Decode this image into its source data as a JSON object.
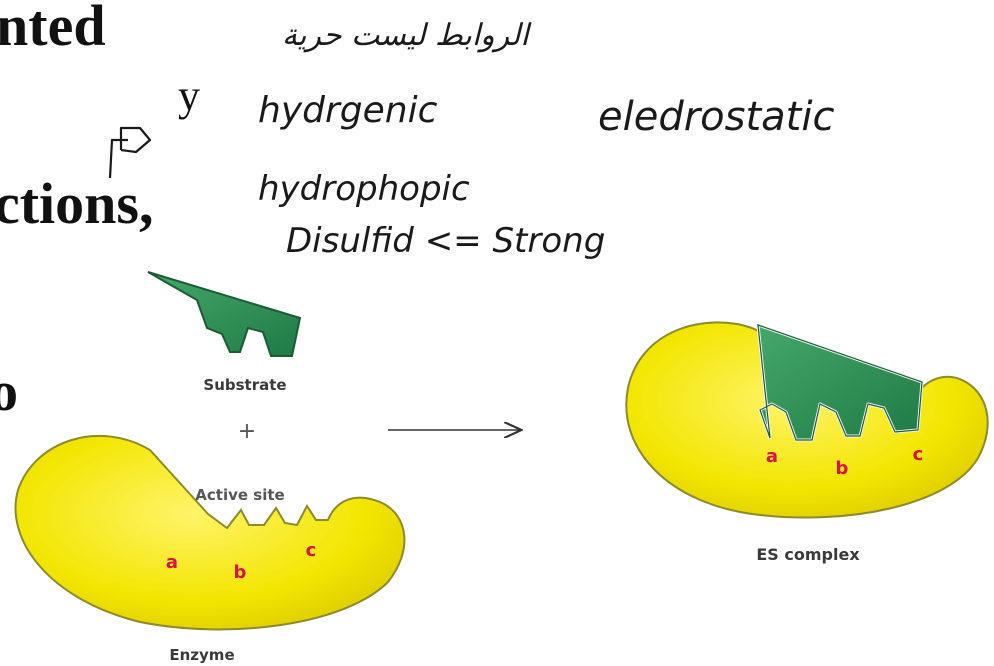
{
  "slide": {
    "fragment1": "nted",
    "fragment2": "y",
    "fragment3": "ctions,",
    "fragment4": "o"
  },
  "notes": {
    "arabic": "الروابط ليست حرية",
    "hydrogenic": "hydrgenic",
    "electrostatic": "eledrostatic",
    "hydrophobic": "hydrophopic",
    "disulfide": "Disulfid <= Strong"
  },
  "diagram": {
    "substrate_label": "Substrate",
    "plus": "+",
    "active_site_label": "Active site",
    "enzyme_label": "Enzyme",
    "es_complex_label": "ES complex",
    "site_a": "a",
    "site_b": "b",
    "site_c": "c"
  },
  "colors": {
    "enzyme_fill": "#f2e600",
    "enzyme_stroke": "#8c8a2a",
    "substrate_fill": "#2e8f55",
    "site_letters": "#d6144b"
  }
}
